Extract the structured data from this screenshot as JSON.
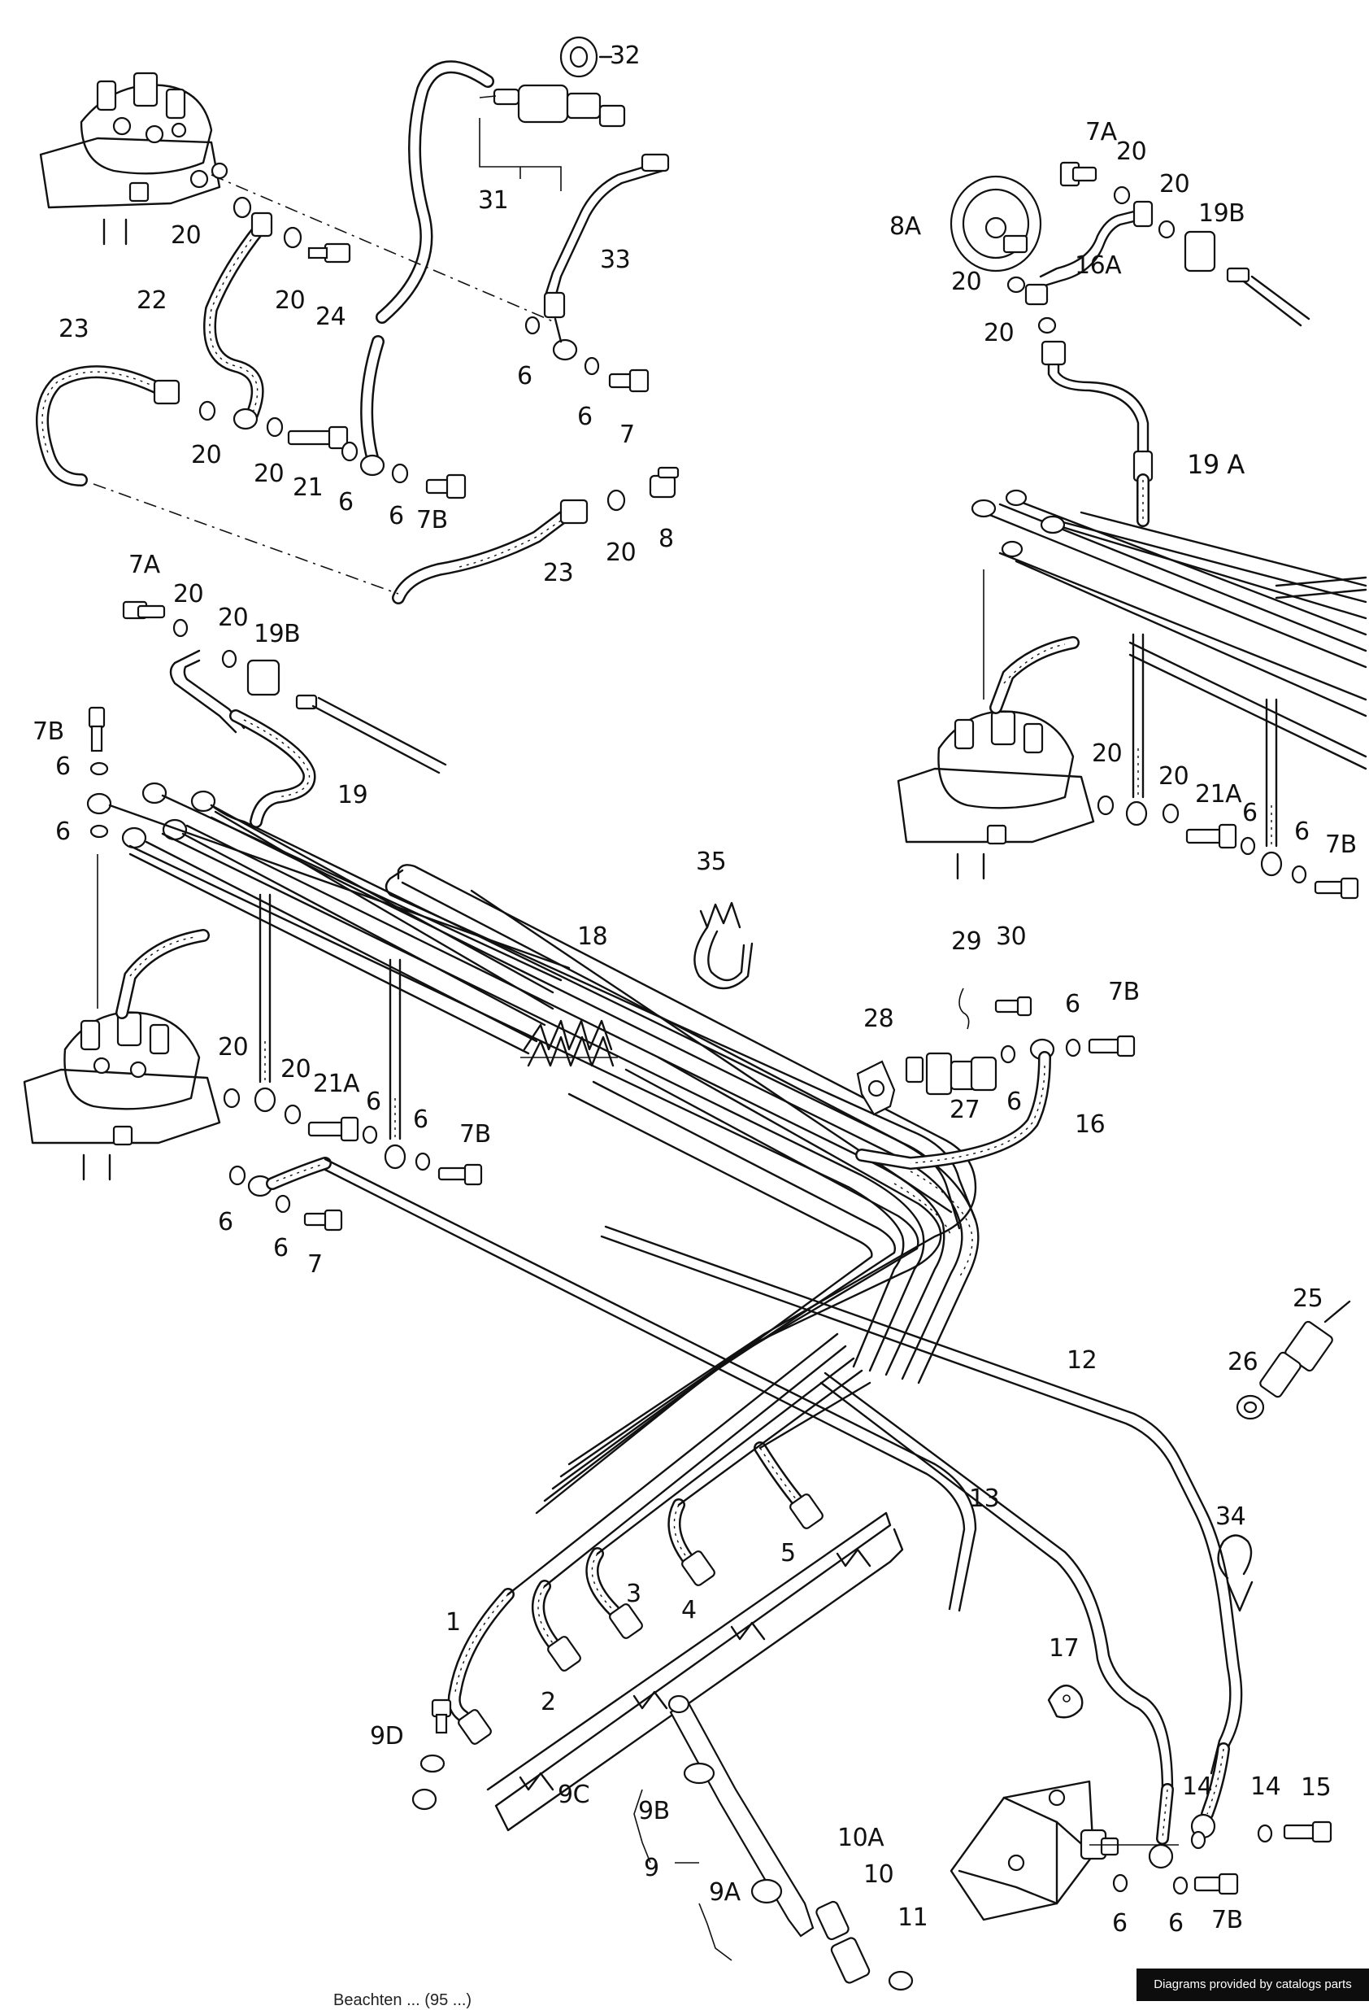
{
  "diagram": {
    "labels": {
      "l32": "32",
      "l31": "31",
      "l33": "33",
      "l22": "22",
      "l20a": "20",
      "l20b": "20",
      "l24": "24",
      "l23a": "23",
      "l20c": "20",
      "l20d": "20",
      "l21": "21",
      "l6a": "6",
      "l6b": "6",
      "l6c": "6",
      "l6d": "6",
      "l7a": "7",
      "l7Ba": "7B",
      "l23b": "23",
      "l20e": "20",
      "l8": "8",
      "l7Aa": "7A",
      "l20f": "20",
      "l20g": "20",
      "l19Ba": "19B",
      "l8A": "8A",
      "l20h": "20",
      "l16A": "16A",
      "l20i": "20",
      "l19A": "19 A",
      "l7Ab": "7A",
      "l20j": "20",
      "l20k": "20",
      "l19Bb": "19B",
      "l7Bb": "7B",
      "l6e": "6",
      "l19": "19",
      "l6f": "6",
      "l20l": "20",
      "l20m": "20",
      "l21Aa": "21A",
      "l6g": "6",
      "l6h": "6",
      "l7Bc": "7B",
      "l35": "35",
      "l18": "18",
      "l29": "29",
      "l30": "30",
      "l28": "28",
      "l6i": "6",
      "l7Bd": "7B",
      "l6j": "6",
      "l27": "27",
      "l16": "16",
      "l20n": "20",
      "l20o": "20",
      "l21Ab": "21A",
      "l6k": "6",
      "l6l": "6",
      "l7Be": "7B",
      "l6m": "6",
      "l6n": "6",
      "l7b": "7",
      "l25": "25",
      "l26": "26",
      "l12": "12",
      "l34": "34",
      "l13": "13",
      "l5": "5",
      "l4": "4",
      "l3": "3",
      "l1": "1",
      "l2": "2",
      "l17": "17",
      "l9D": "9D",
      "l9C": "9C",
      "l9B": "9B",
      "l9": "9",
      "l9A": "9A",
      "l10A": "10A",
      "l10": "10",
      "l11": "11",
      "l14a": "14",
      "l14b": "14",
      "l15": "15",
      "l6o": "6",
      "l6p": "6",
      "l7Bf": "7B"
    },
    "bottom_note": "Beachten ... (95 ...)",
    "credit": "Diagrams provided by catalogs parts"
  }
}
